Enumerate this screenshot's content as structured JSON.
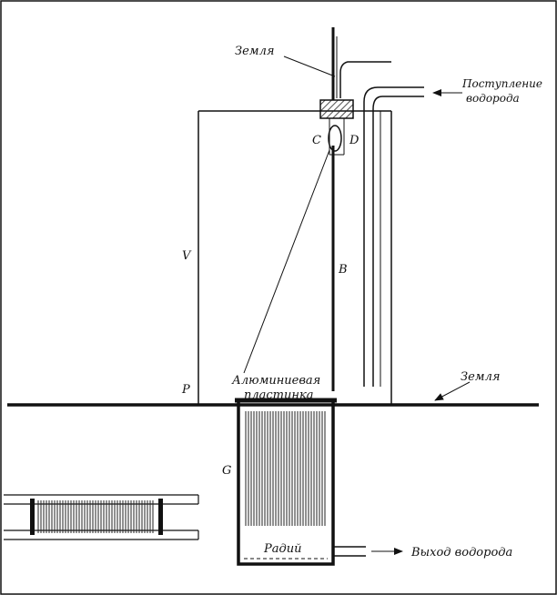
{
  "labels": {
    "ground_top": "Земля",
    "hydrogen_in_1": "Поступление",
    "hydrogen_in_2": "водорода",
    "letter_c": "C",
    "letter_d": "D",
    "letter_v": "V",
    "letter_b": "B",
    "letter_p": "P",
    "letter_g": "G",
    "aluminum_1": "Алюминиевая",
    "aluminum_2": "пластинка",
    "ground_right": "Земля",
    "radium": "Радий",
    "hydrogen_out": "Выход водорода"
  },
  "colors": {
    "ink": "#111111",
    "hatch": "#222222"
  }
}
